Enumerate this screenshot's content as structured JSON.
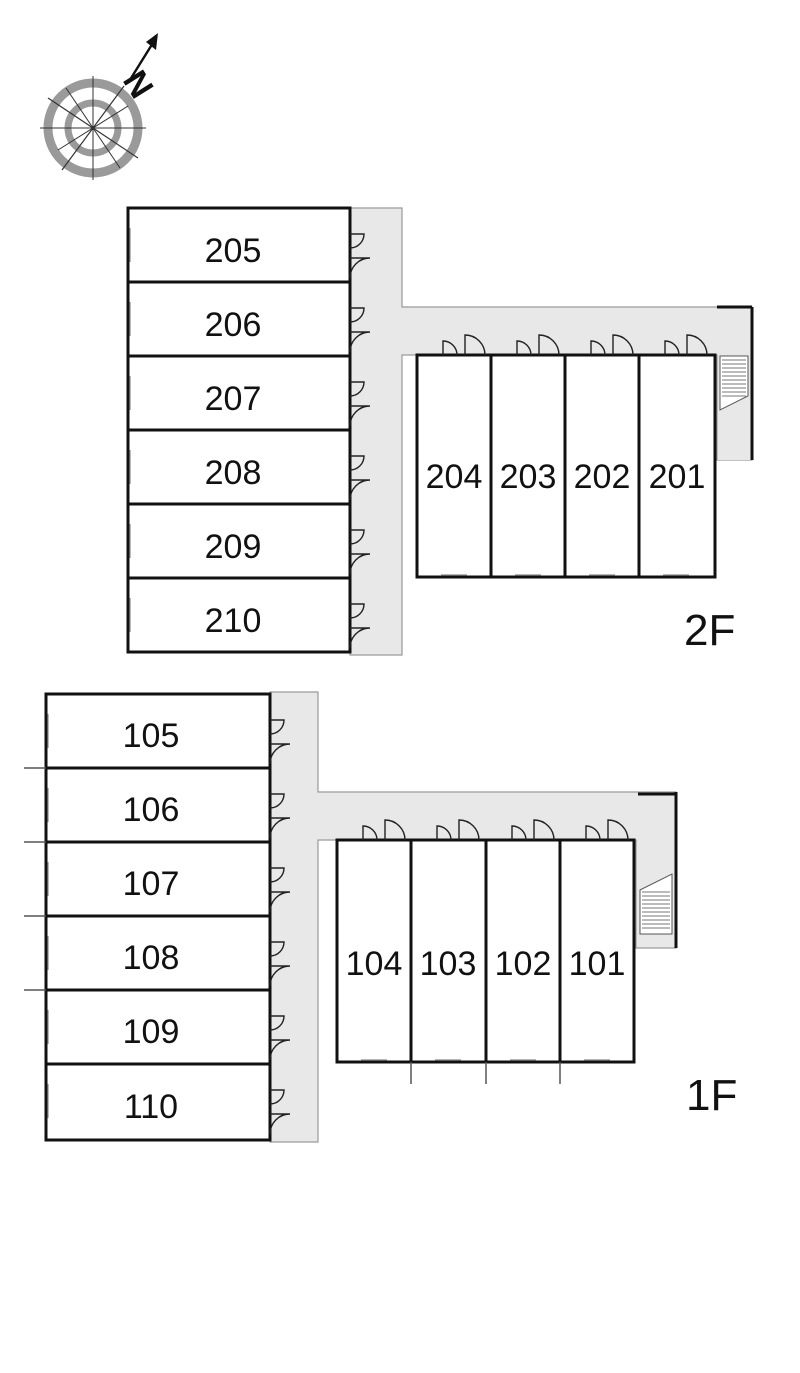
{
  "compass": {
    "icon": "north-arrow-icon",
    "label": "N"
  },
  "floors": [
    {
      "id": "2f",
      "label": "2F",
      "west_rooms": [
        "205",
        "206",
        "207",
        "208",
        "209",
        "210"
      ],
      "south_rooms": [
        "204",
        "203",
        "202",
        "201"
      ]
    },
    {
      "id": "1f",
      "label": "1F",
      "west_rooms": [
        "105",
        "106",
        "107",
        "108",
        "109",
        "110"
      ],
      "south_rooms": [
        "104",
        "103",
        "102",
        "101"
      ]
    }
  ],
  "colors": {
    "corridor": "#e8e8e8",
    "wall": "#111111",
    "background": "#ffffff"
  }
}
